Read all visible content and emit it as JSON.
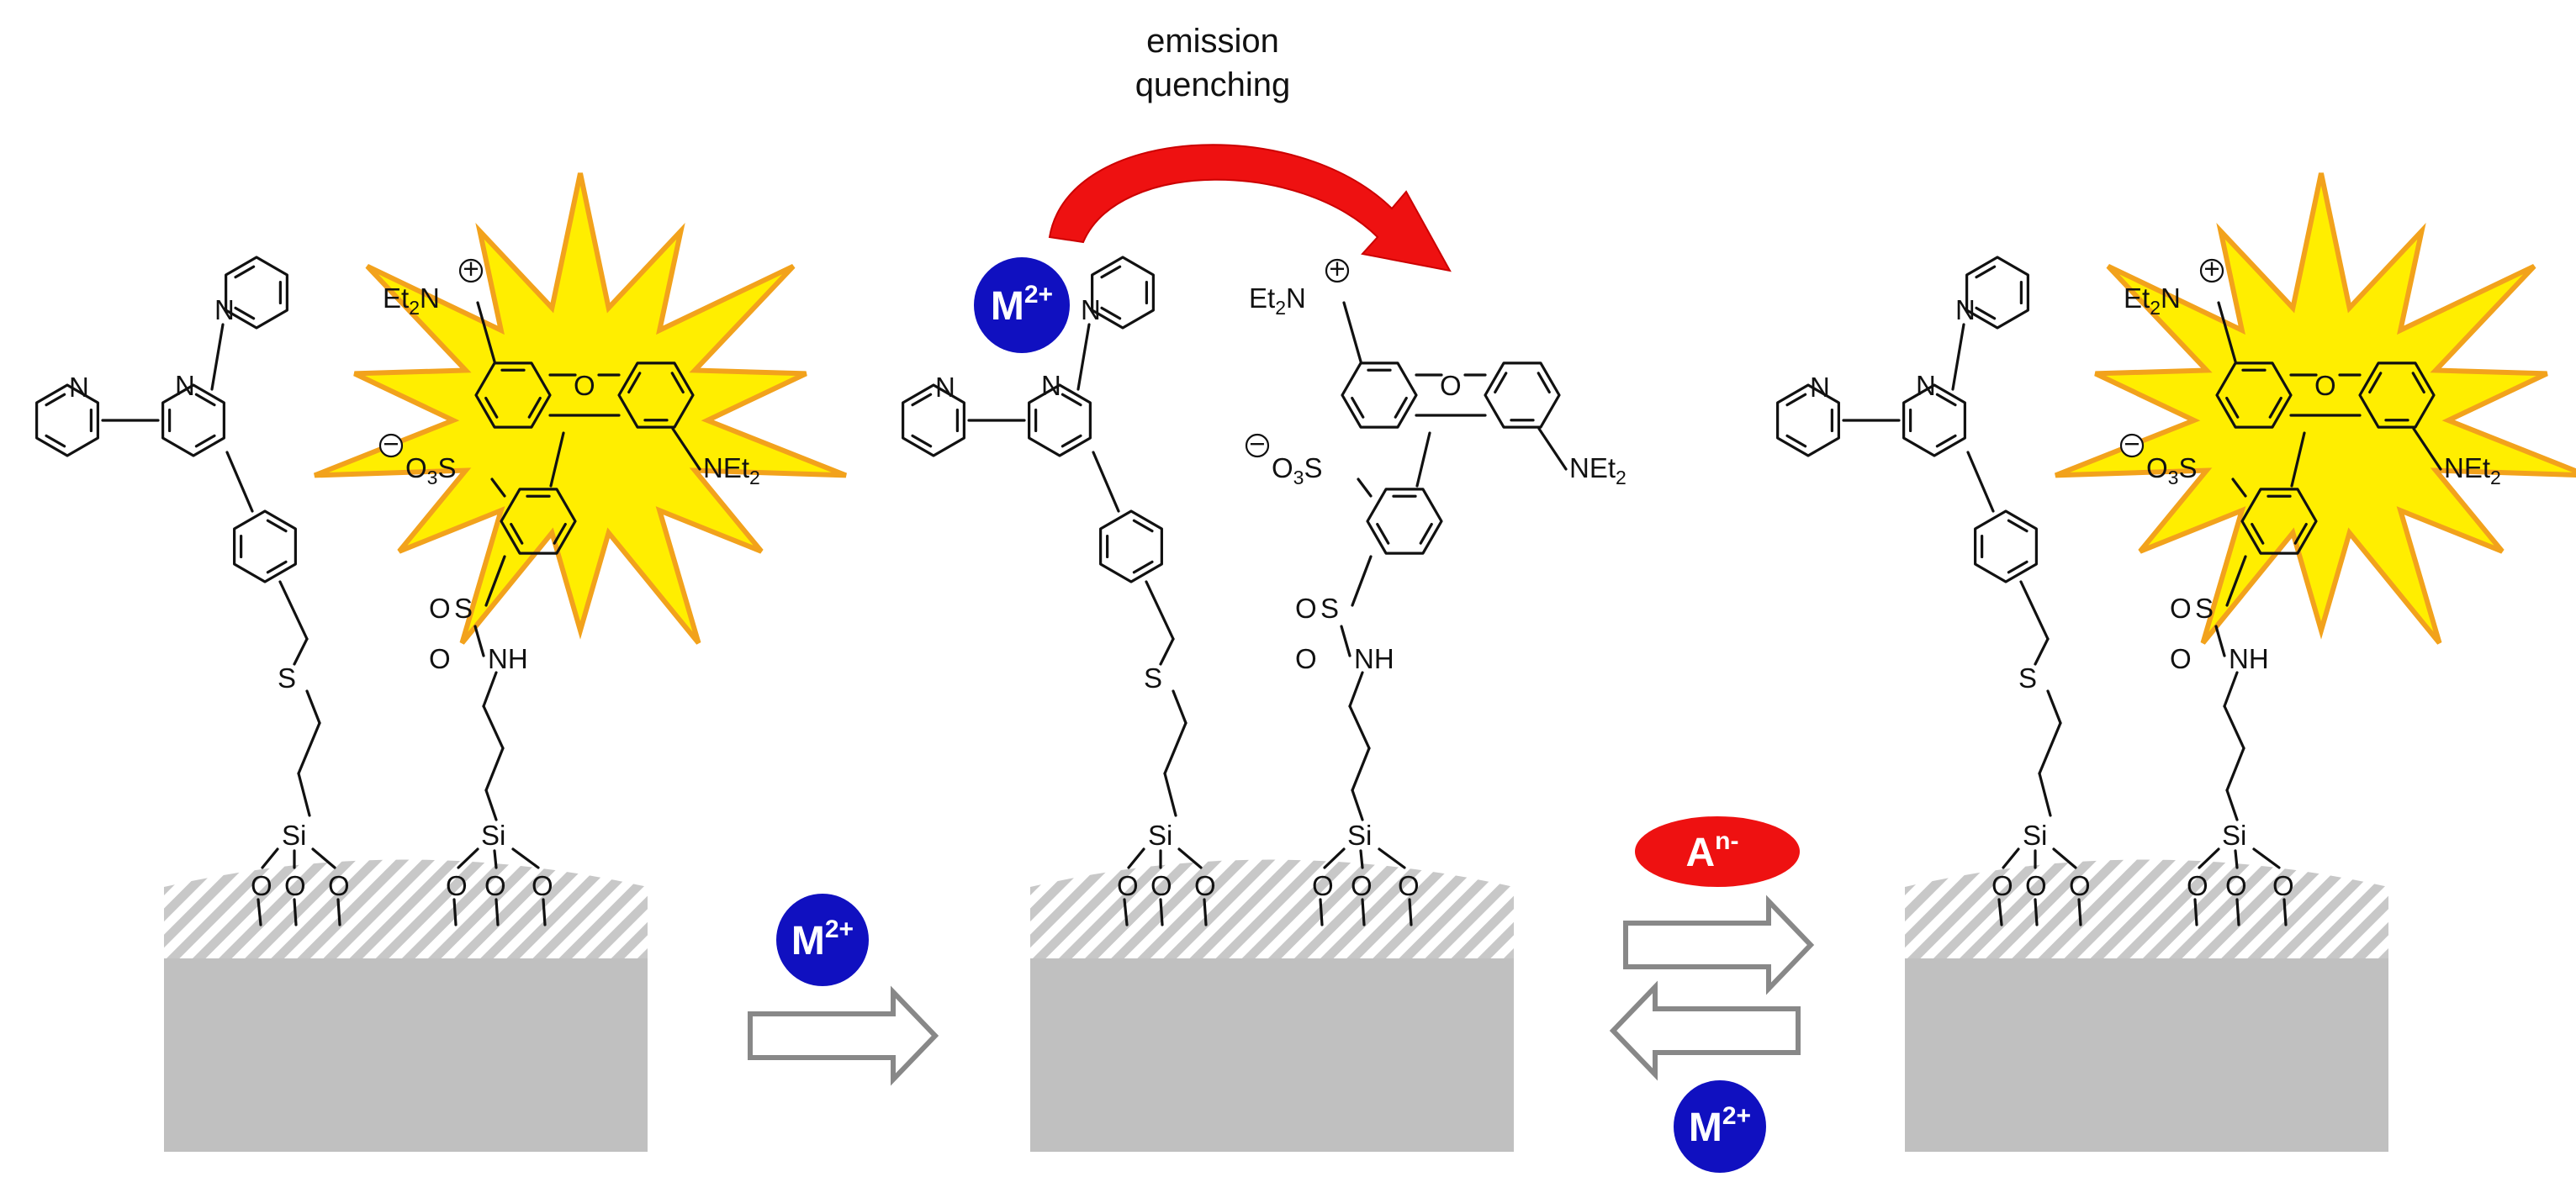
{
  "colors": {
    "metal_ion": "#1010c0",
    "anion": "#ee1111",
    "quench_arrow": "#ee1111",
    "starburst_fill": "#ffee00",
    "starburst_stroke": "#f2a21c",
    "substrate": "#c0c0c0",
    "hatch": "#c8c8c8",
    "process_arrow_stroke": "#888888"
  },
  "emission_label_line1": "emission",
  "emission_label_line2": "quenching",
  "metal_ion": {
    "base": "M",
    "charge": "2+"
  },
  "anion": {
    "base": "A",
    "charge": "n-"
  },
  "molecule": {
    "pyridine_N": "N",
    "thioether_S": "S",
    "silicon": "Si",
    "oxygen": "O",
    "xanthene_O": "O",
    "iminium": {
      "base": "Et",
      "sub": "2",
      "tail": "N"
    },
    "amine": {
      "base": "NEt",
      "sub": "2"
    },
    "sulfonate": {
      "pre": "O",
      "sub": "3",
      "tail": "S"
    },
    "sulfonyl_O": "O",
    "sulfonyl_S": "S",
    "amide_NH": "NH",
    "plus": "+",
    "minus": "−"
  },
  "panels": [
    {
      "id": "left",
      "emissive": true
    },
    {
      "id": "middle",
      "emissive": false
    },
    {
      "id": "right",
      "emissive": true
    }
  ]
}
